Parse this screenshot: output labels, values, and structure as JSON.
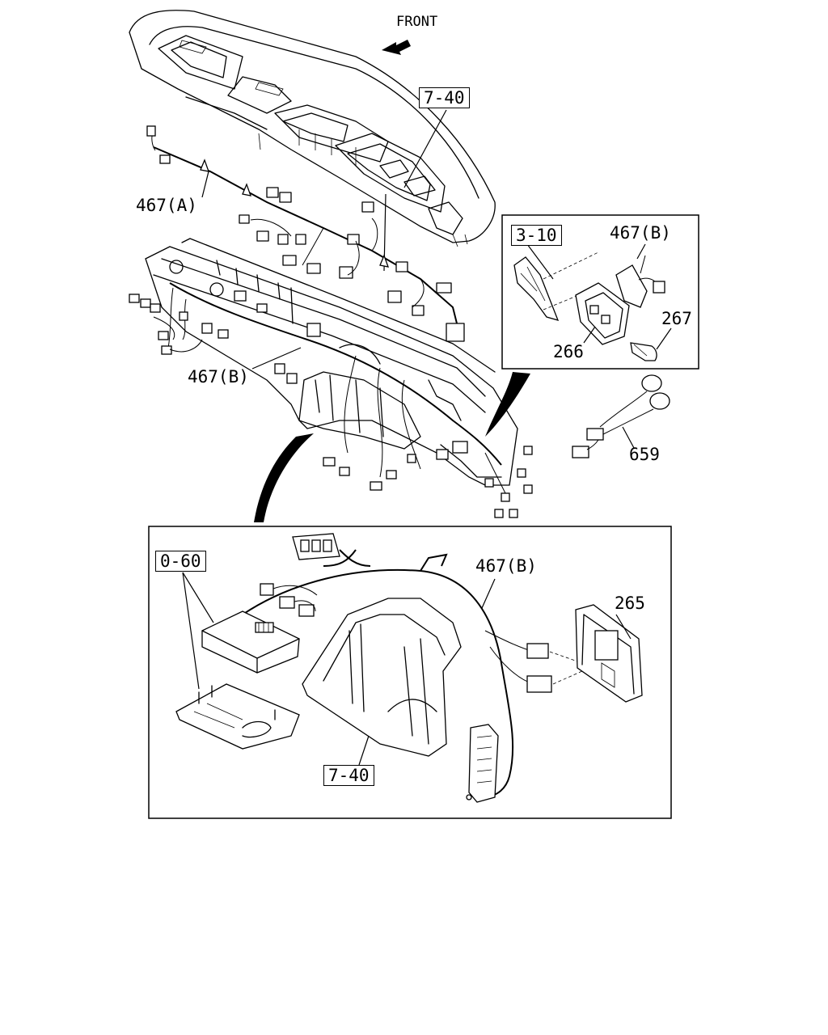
{
  "diagram": {
    "orientation_label": "FRONT",
    "callouts": {
      "ref_7_40_top": "7-40",
      "harness_a": "467(A)",
      "harness_b_main": "467(B)",
      "ref_3_10": "3-10",
      "harness_b_inset": "467(B)",
      "part_267": "267",
      "part_266": "266",
      "part_659": "659",
      "ref_0_60": "0-60",
      "harness_b_detail": "467(B)",
      "part_265": "265",
      "ref_7_40_bottom": "7-40"
    }
  }
}
